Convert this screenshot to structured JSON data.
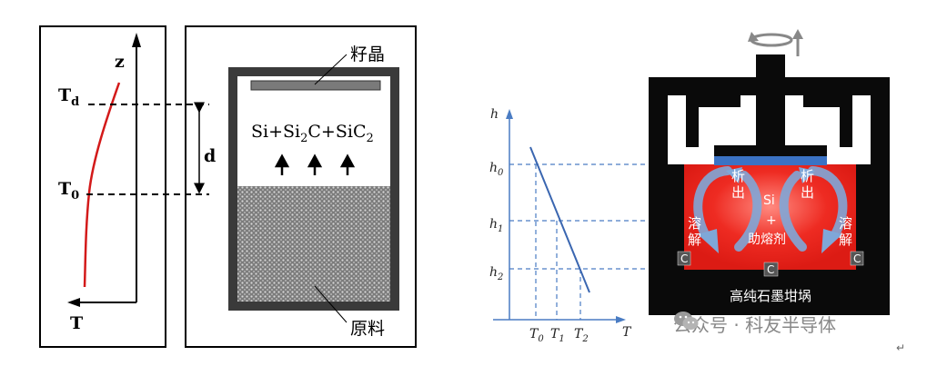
{
  "left_figure": {
    "z_label": "z",
    "Td_main": "T",
    "Td_sub": "d",
    "T0_main": "T",
    "T0_sub": "0",
    "T_axis_label": "T",
    "d_label": "d",
    "seed_label": "籽晶",
    "vapor_si": "Si+Si",
    "vapor_si2c_sub": "2",
    "vapor_c": "C+SiC",
    "vapor_sic2_sub": "2",
    "raw_material_label": "原料"
  },
  "middle_chart": {
    "h_axis": "h",
    "T_axis": "T",
    "h0": "h",
    "h0_sub": "0",
    "h1": "h",
    "h1_sub": "1",
    "h2": "h",
    "h2_sub": "2",
    "T0": "T",
    "T0_sub": "0",
    "T1": "T",
    "T1_sub": "1",
    "T2": "T",
    "T2_sub": "2"
  },
  "right_figure": {
    "precip_left_1": "析",
    "precip_left_2": "出",
    "precip_right_1": "析",
    "precip_right_2": "出",
    "dissolve_left_1": "溶",
    "dissolve_left_2": "解",
    "dissolve_right_1": "溶",
    "dissolve_right_2": "解",
    "center_si": "Si",
    "center_plus": "+",
    "center_flux": "助熔剂",
    "c_left": "C",
    "c_right": "C",
    "c_bottom": "C",
    "crucible_label": "高纯石墨坩埚",
    "colors": {
      "melt": "#e8231c",
      "graphite": "#0a0a0a",
      "seed": "#3b72c4",
      "arrow": "#7fa7d8"
    }
  },
  "watermark": {
    "text": "公众号 · 科友半导体"
  }
}
